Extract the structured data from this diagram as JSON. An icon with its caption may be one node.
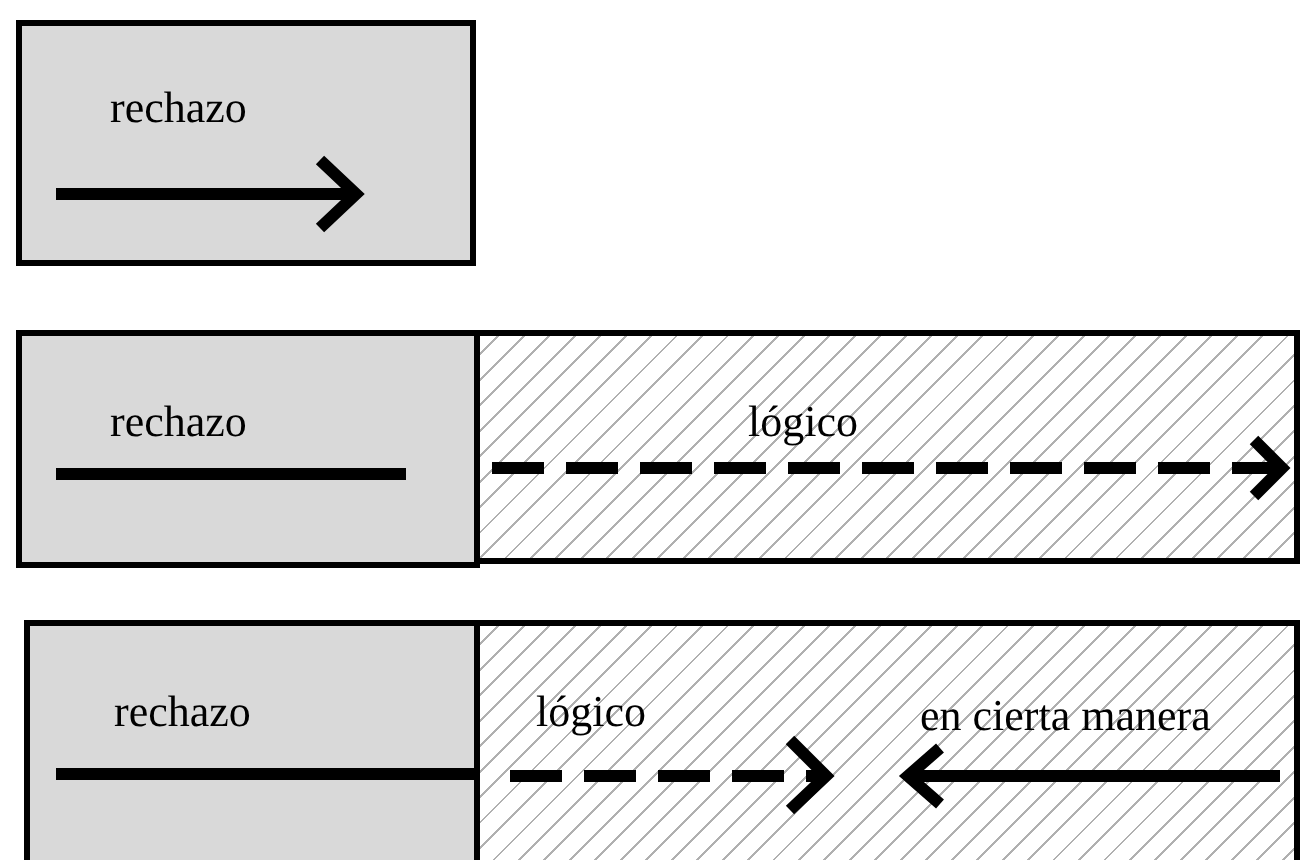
{
  "diagram": {
    "nodes": [
      {
        "text": [
          "rechazo"
        ]
      },
      {
        "text": [
          "rechazo"
        ]
      },
      {
        "text": [
          "lógico"
        ]
      },
      {
        "text": [
          "rechazo"
        ]
      },
      {
        "text": [
          "lógico",
          "en cierta manera"
        ]
      }
    ]
  }
}
